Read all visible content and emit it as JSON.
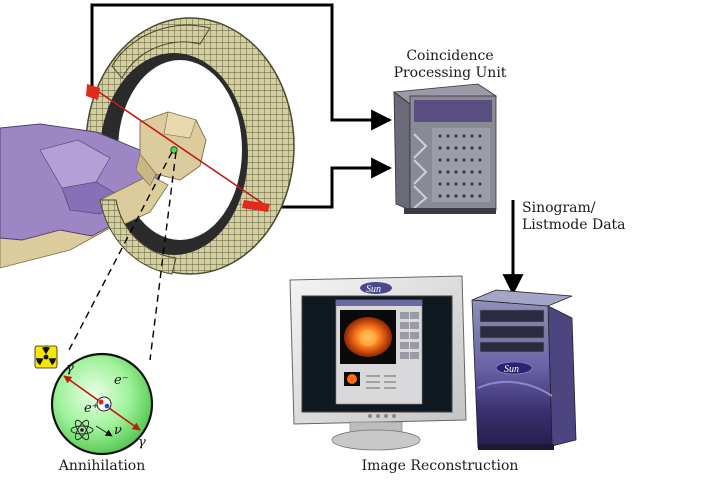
{
  "labels": {
    "coincidence_line1": "Coincidence",
    "coincidence_line2": "Processing Unit",
    "sinogram_line1": "Sinogram/",
    "sinogram_line2": "Listmode Data",
    "image_reconstruction": "Image Reconstruction",
    "annihilation": "Annihilation"
  },
  "symbols": {
    "gamma": "γ",
    "electron": "e⁻",
    "positron": "e⁺",
    "neutrino": "ν"
  },
  "brand": {
    "monitor_logo": "Sun",
    "tower_logo": "Sun"
  },
  "colors": {
    "detector_ring": "#d3cf9e",
    "detector_lines": "#5b5a3c",
    "ring_inner": "#2b2b2b",
    "hit_detector": "#e02a1a",
    "lor_line": "#c21a12",
    "patient_gown": "#9c86c4",
    "patient_skin": "#dccb9c",
    "annihilation_sphere": "#9ff29a",
    "coincidence_unit": "#8a8a96",
    "tower_purple": "#3b3070",
    "radiation_symbol": "#f6e600"
  },
  "icons": {
    "radiation": "radiation-hazard-icon"
  }
}
